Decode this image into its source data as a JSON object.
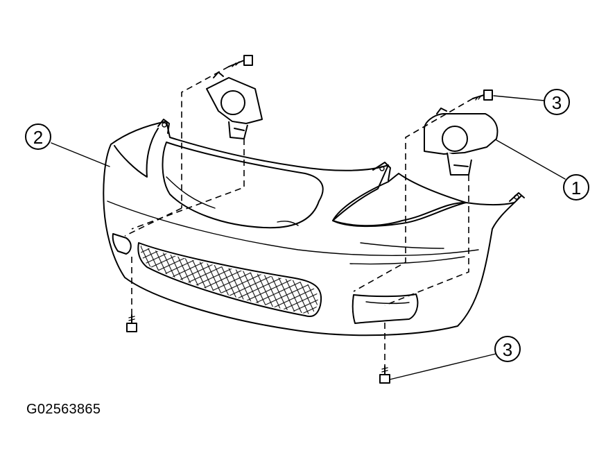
{
  "callouts": [
    {
      "id": "c1",
      "label": "1"
    },
    {
      "id": "c2",
      "label": "2"
    },
    {
      "id": "c3a",
      "label": "3"
    },
    {
      "id": "c3b",
      "label": "3"
    }
  ],
  "figure_code": "G02563865"
}
